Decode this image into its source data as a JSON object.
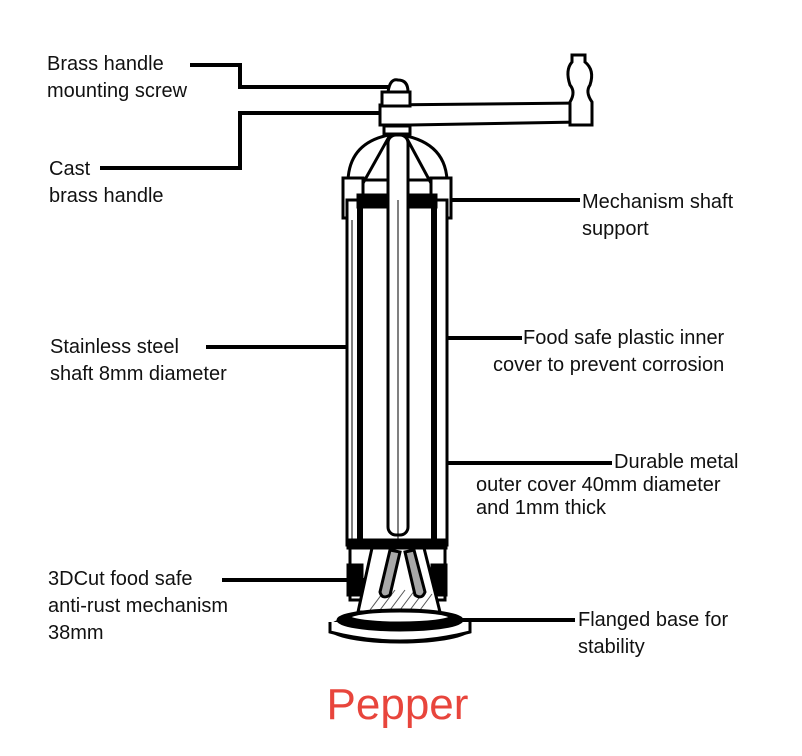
{
  "labels": {
    "handle_screw": [
      "Brass handle",
      "mounting screw"
    ],
    "cast_handle": [
      "Cast",
      "brass handle"
    ],
    "shaft_support": [
      "Mechanism shaft",
      "support"
    ],
    "steel_shaft": [
      "Stainless steel",
      "shaft 8mm diameter"
    ],
    "inner_cover": [
      "Food safe plastic inner",
      "cover to prevent corrosion"
    ],
    "outer_cover": [
      "Durable metal",
      "outer cover 40mm diameter",
      "and 1mm thick"
    ],
    "mechanism": [
      "3DCut food safe",
      "anti-rust mechanism",
      "38mm"
    ],
    "base": [
      "Flanged base for",
      "stability"
    ]
  },
  "title": "Pepper",
  "colors": {
    "title": "#e8453c",
    "line": "#000000",
    "burr": "#a8a8a8"
  }
}
